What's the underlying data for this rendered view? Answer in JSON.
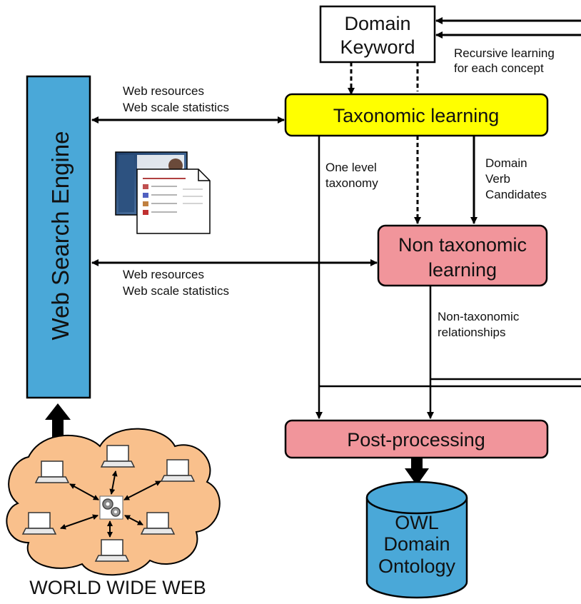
{
  "nodes": {
    "domain_keyword": {
      "line1": "Domain",
      "line2": "Keyword",
      "fill": "#ffffff"
    },
    "taxonomic": {
      "label": "Taxonomic learning",
      "fill": "#ffff00"
    },
    "non_taxonomic": {
      "line1": "Non taxonomic",
      "line2": "learning",
      "fill": "#f1959b"
    },
    "post_processing": {
      "label": "Post-processing",
      "fill": "#f1959b"
    },
    "ontology": {
      "line1": "OWL",
      "line2": "Domain",
      "line3": "Ontology",
      "fill": "#4aa8d8"
    },
    "search_engine": {
      "label": "Web Search Engine",
      "fill": "#4aa8d8"
    },
    "www": {
      "label": "WORLD WIDE WEB",
      "cloud_fill": "#f9c08c"
    }
  },
  "edge_labels": {
    "recursive_1": "Recursive learning",
    "recursive_2": "for each concept",
    "web_res_1": "Web resources",
    "web_stats_1": "Web scale statistics",
    "web_res_2": "Web resources",
    "web_stats_2": "Web scale statistics",
    "one_level_1": "One level",
    "one_level_2": "taxonomy",
    "verb_1": "Domain",
    "verb_2": "Verb",
    "verb_3": "Candidates",
    "nontax_rel_1": "Non-taxonomic",
    "nontax_rel_2": "relationships"
  }
}
